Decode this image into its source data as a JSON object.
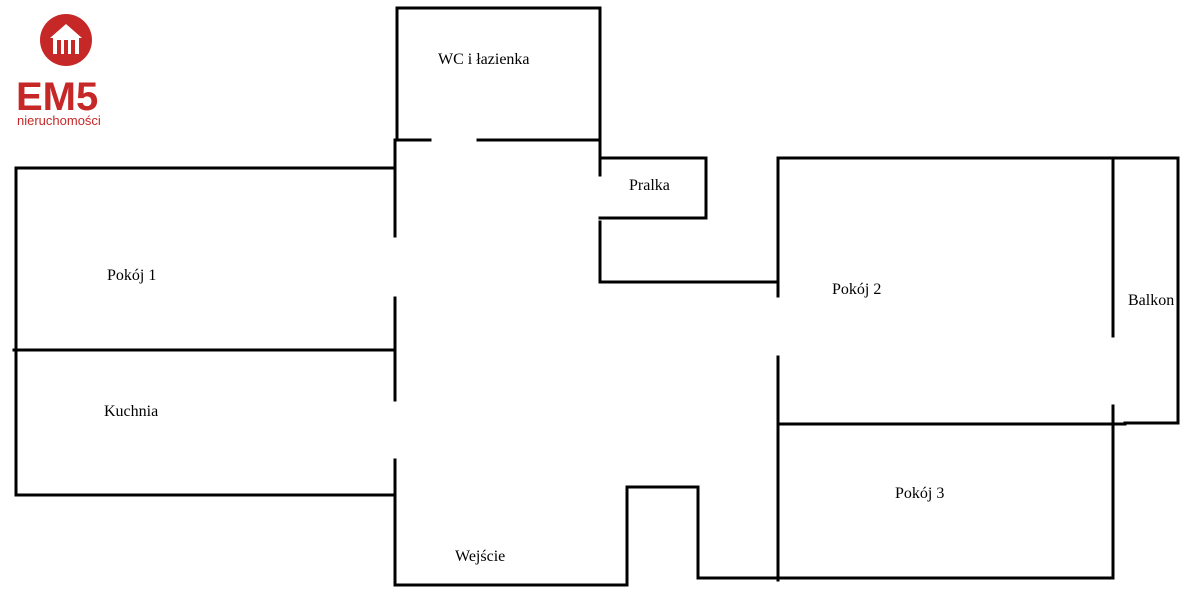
{
  "logo": {
    "brand": "EM5",
    "tagline": "nieruchomości",
    "color": "#c62828",
    "icon": "house-icon"
  },
  "rooms": {
    "wc": "WC i łazienka",
    "pralka": "Pralka",
    "pokoj1": "Pokój 1",
    "kuchnia": "Kuchnia",
    "pokoj2": "Pokój 2",
    "balkon": "Balkon",
    "pokoj3": "Pokój 3",
    "wejscie": "Wejście"
  }
}
